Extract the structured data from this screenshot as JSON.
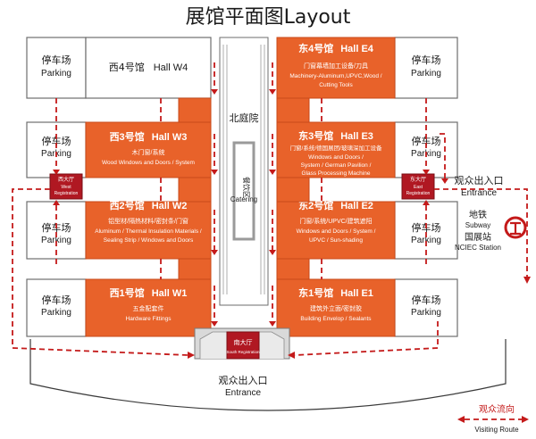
{
  "title": "展馆平面图Layout",
  "halls": {
    "w4": {
      "name": "西4号馆",
      "code": "Hall W4"
    },
    "w3": {
      "name": "西3号馆",
      "code": "Hall W3",
      "cn": "木门窗/系统",
      "en1": "Wood Windows and Doors / System"
    },
    "w2": {
      "name": "西2号馆",
      "code": "Hall W2",
      "cn": "铝型材/隔热材料/密封条/门窗",
      "en1": "Aluminum / Thermal Insulation Materials /",
      "en2": "Sealing Strip / Windows and Doors"
    },
    "w1": {
      "name": "西1号馆",
      "code": "Hall W1",
      "cn": "五金配套件",
      "en1": "Hardware Fittings"
    },
    "e4": {
      "name": "东4号馆",
      "code": "Hall E4",
      "cn": "门窗幕墙加工设备/刀具",
      "en1": "Machinery-Aluminum,UPVC,Wood /",
      "en2": "Cutting Tools"
    },
    "e3": {
      "name": "东3号馆",
      "code": "Hall E3",
      "cn": "门窗/系统/德国展团/玻璃深加工设备",
      "en1": "Windows and Doors /",
      "en2": "System / German Pavilion /",
      "en3": "Glass Processing Machine"
    },
    "e2": {
      "name": "东2号馆",
      "code": "Hall E2",
      "cn": "门窗/系统/UPVC/建筑遮阳",
      "en1": "Windows and Doors / System /",
      "en2": "UPVC / Sun-shading"
    },
    "e1": {
      "name": "东1号馆",
      "code": "Hall E1",
      "cn": "建筑外立面/密封胶",
      "en1": "Building Envelop / Sealants"
    }
  },
  "parking": {
    "cn": "停车场",
    "en": "Parking"
  },
  "north_court": "北庭院",
  "catering": {
    "cn": "餐饮区",
    "en": "Catering"
  },
  "west_reg": {
    "cn": "西大厅",
    "en1": "West",
    "en2": "Registration"
  },
  "east_reg": {
    "cn": "东大厅",
    "en1": "East",
    "en2": "Registration"
  },
  "south_reg": {
    "cn": "南大厅",
    "en": "South Registration"
  },
  "east_entrance": {
    "cn": "观众出入口",
    "en": "Entrance"
  },
  "south_entrance": {
    "cn": "观众出入口",
    "en": "Entrance"
  },
  "subway": {
    "cn1": "地铁",
    "en1": "Subway",
    "cn2": "国展站",
    "en2": "NCIEC Station"
  },
  "legend": {
    "cn": "观众流向",
    "en": "Visiting Route"
  },
  "colors": {
    "hall": "#e8622a",
    "registration": "#b01822",
    "route": "#c41a1a",
    "lot_border": "#6e6e6e"
  }
}
